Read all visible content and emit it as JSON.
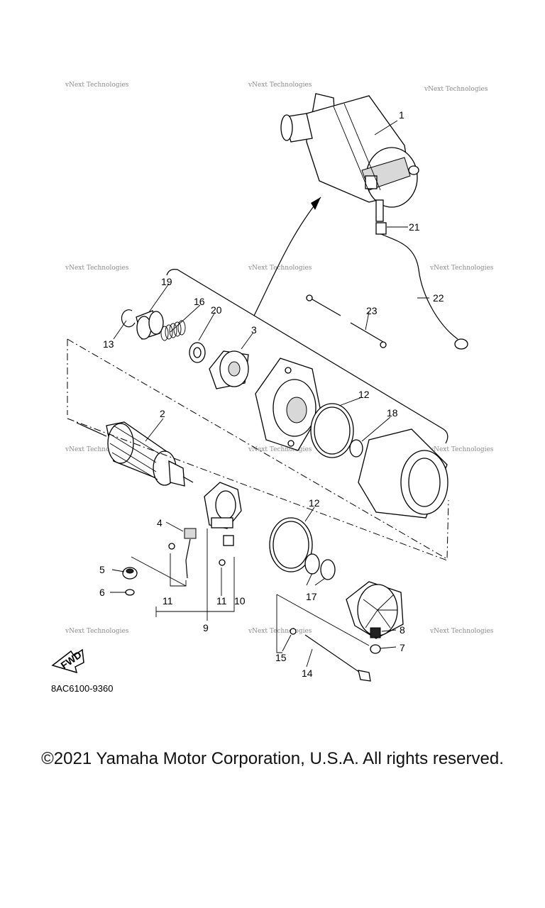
{
  "watermark": "vNext Technologies",
  "diagram_code": "8AC6100-9360",
  "fwd_label": "FWD",
  "copyright": "©2021 Yamaha Motor Corporation, U.S.A. All rights reserved.",
  "callouts": {
    "c1": "1",
    "c2": "2",
    "c3": "3",
    "c4": "4",
    "c5": "5",
    "c6": "6",
    "c7": "7",
    "c8": "8",
    "c9": "9",
    "c10": "10",
    "c11a": "11",
    "c11b": "11",
    "c12a": "12",
    "c12b": "12",
    "c13": "13",
    "c14": "14",
    "c15": "15",
    "c16": "16",
    "c17": "17",
    "c18": "18",
    "c19": "19",
    "c20": "20",
    "c21": "21",
    "c22": "22",
    "c23": "23"
  }
}
